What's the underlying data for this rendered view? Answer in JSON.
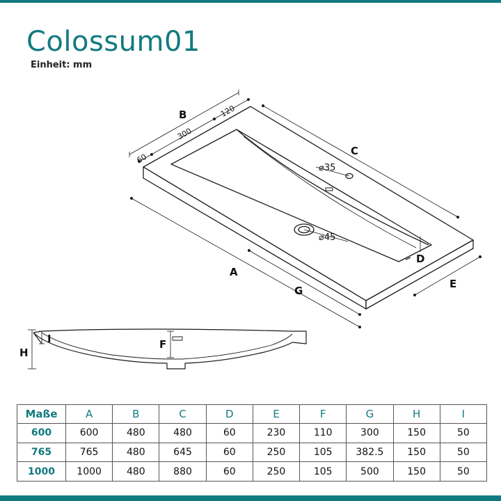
{
  "title": "Colossum01",
  "unit_label": "Einheit: mm",
  "colors": {
    "accent": "#117a80",
    "line": "#1a1a1a"
  },
  "labels": {
    "A": "A",
    "B": "B",
    "C": "C",
    "D": "D",
    "E": "E",
    "F": "F",
    "G": "G",
    "H": "H",
    "I": "I",
    "b_60": "60",
    "b_300": "300",
    "b_120": "120",
    "dia_35": "⌀35",
    "dia_45": "⌀45"
  },
  "table": {
    "header": [
      "Maße",
      "A",
      "B",
      "C",
      "D",
      "E",
      "F",
      "G",
      "H",
      "I"
    ],
    "rows": [
      [
        "600",
        "600",
        "480",
        "480",
        "60",
        "230",
        "110",
        "300",
        "150",
        "50"
      ],
      [
        "765",
        "765",
        "480",
        "645",
        "60",
        "250",
        "105",
        "382.5",
        "150",
        "50"
      ],
      [
        "1000",
        "1000",
        "480",
        "880",
        "60",
        "250",
        "105",
        "500",
        "150",
        "50"
      ]
    ]
  }
}
